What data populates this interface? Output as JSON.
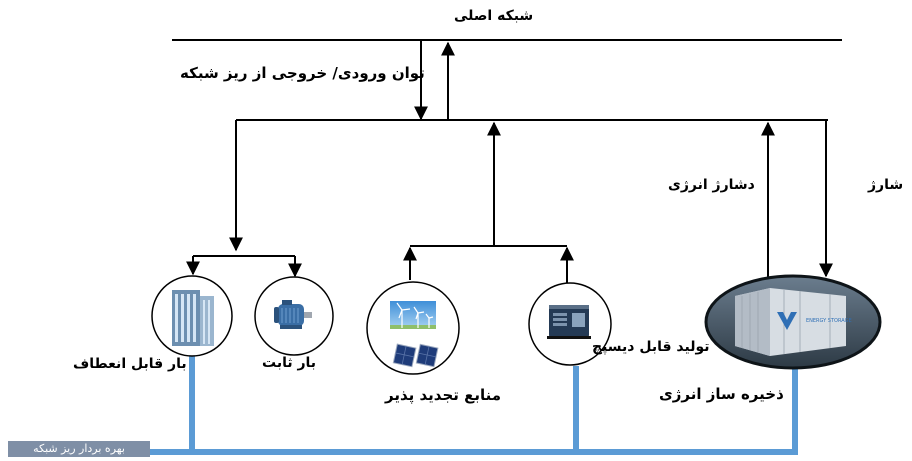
{
  "labels": {
    "main_grid": "شبکه اصلی",
    "exchange_power": "توان ورودی/ خروجی از ریز شبکه",
    "discharge": "دشارژ انرژی",
    "charge": "شارژ",
    "flexible_load": "بار قابل انعطاف",
    "fixed_load": "بار ثابت",
    "renewables": "منابع تجدید پذیر",
    "dispatchable_gen": "تولید قابل دیسپچ",
    "energy_storage": "ذخیره ساز انرژی",
    "operator": "بهره بردار ریز شبکه"
  },
  "icons": {
    "building": "building-icon",
    "motor": "motor-icon",
    "renewables": "wind-solar-icon",
    "generator": "diesel-generator-icon",
    "storage": "energy-storage-icon",
    "storage_text": "ENERGY STORAGE"
  },
  "colors": {
    "line": "#000000",
    "comm_line": "#5b9bd5",
    "operator_box": "#7f8fa6"
  }
}
